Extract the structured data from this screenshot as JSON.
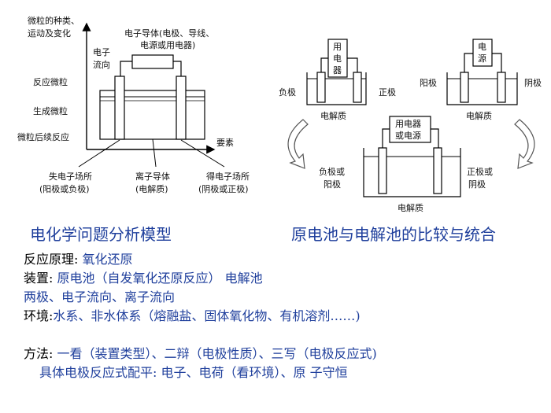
{
  "model_diagram": {
    "y_axis_title_line1": "微粒的种类、",
    "y_axis_title_line2": "运动及变化",
    "y_labels": [
      "反应微粒",
      "生成微粒",
      "微粒后续反应"
    ],
    "x_axis_label": "要素",
    "conductor_line1": "电子导体(电极、导线、",
    "conductor_line2": "电源或用电器)",
    "electron_flow_line1": "电子",
    "electron_flow_line2": "流向",
    "bottom_left_line1": "失电子场所",
    "bottom_left_line2": "(阳极或负极)",
    "bottom_mid_line1": "离子导体",
    "bottom_mid_line2": "(电解质)",
    "bottom_right_line1": "得电子场所",
    "bottom_right_line2": "(阴极或正极)"
  },
  "cells_diagram": {
    "galvanic": {
      "device_chars": [
        "用",
        "电",
        "器"
      ],
      "left_electrode": "负极",
      "right_electrode": "正极",
      "electrolyte": "电解质"
    },
    "electrolytic": {
      "device_chars": [
        "电",
        "源"
      ],
      "left_electrode": "阳极",
      "right_electrode": "阴极",
      "electrolyte": "电解质"
    },
    "unified": {
      "device_line1": "用电器",
      "device_line2": "或电源",
      "left_line1": "负极或",
      "left_line2": "阳极",
      "right_line1": "正极或",
      "right_line2": "阴极",
      "electrolyte": "电解质"
    }
  },
  "headings": {
    "left": "电化学问题分析模型",
    "right": "原电池与电解池的比较与统合"
  },
  "notes": {
    "line1_label": "反应原理: ",
    "line1_value": "氧化还原",
    "line2_label": "装置: ",
    "line2_value": "原电池（自发氧化还原反应）  电解池",
    "line3": "两极、电子流向、离子流向",
    "line4_label": "环境:",
    "line4_value": "水系、非水体系（熔融盐、固体氧化物、有机溶剂……)",
    "line5_label": "方法: ",
    "line5_value": "一看（装置类型）、二辩（电极性质）、三写（电极反应式)",
    "line6_label": "具体电极反应式配平: ",
    "line6_value": "电子、电荷（看环境）、原 子守恒"
  },
  "colors": {
    "heading": "#1f3f9c",
    "emphasis": "#1f3f9c",
    "line": "#000000"
  }
}
